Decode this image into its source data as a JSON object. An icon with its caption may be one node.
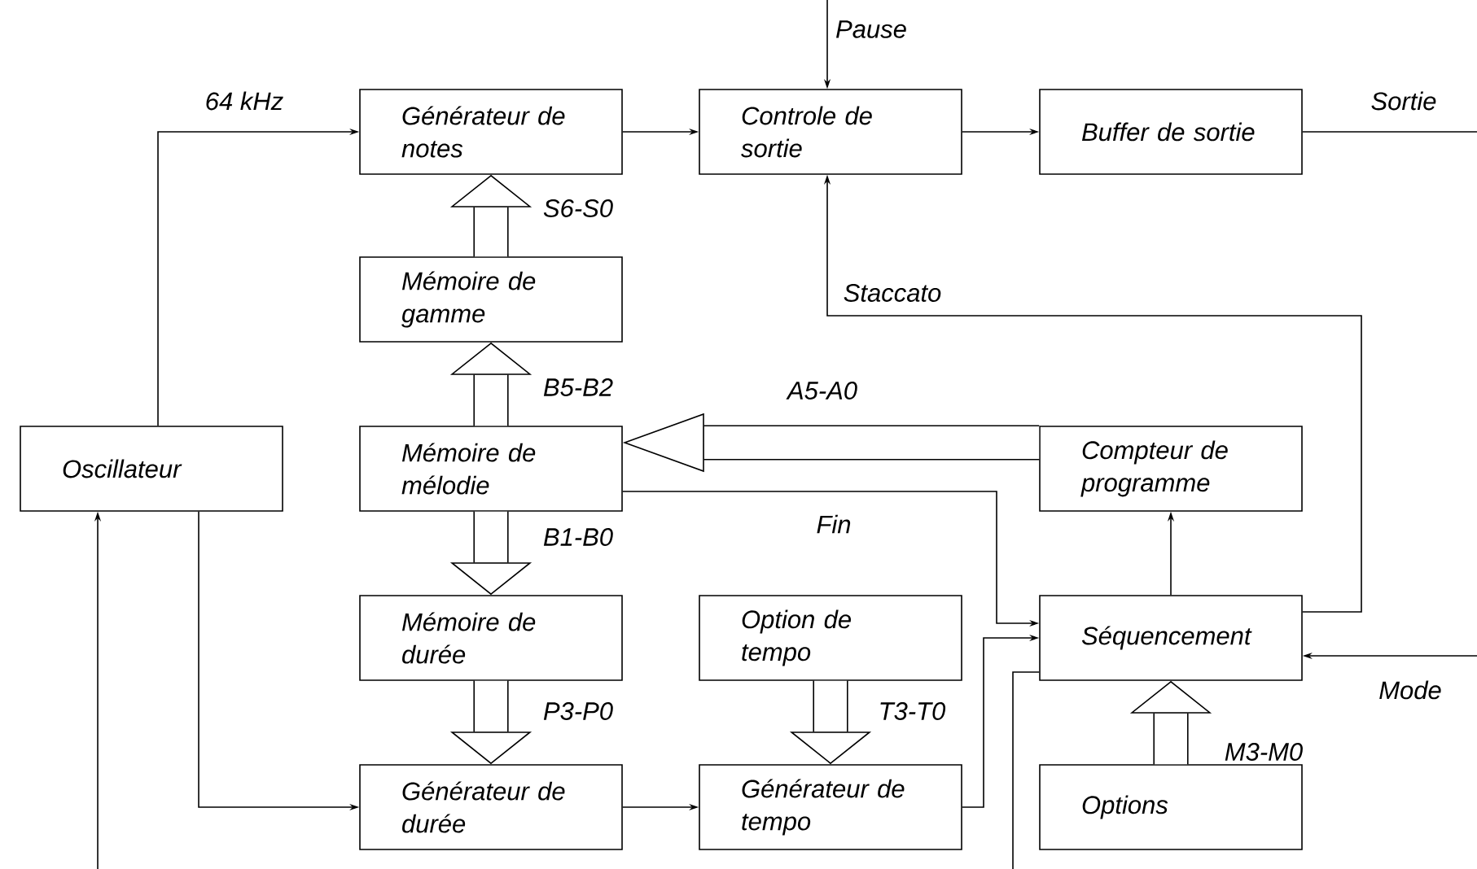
{
  "diagram": {
    "nodes": [
      {
        "text": [
          "Générateur de notes"
        ]
      },
      {
        "text": [
          "Controle de sortie"
        ]
      },
      {
        "text": [
          "Buffer de sortie"
        ]
      },
      {
        "text": [
          "Mémoire de gamme"
        ]
      },
      {
        "text": [
          "Oscillateur"
        ]
      },
      {
        "text": [
          "Mémoire de mélodie"
        ]
      },
      {
        "text": [
          "Compteur de programme"
        ]
      },
      {
        "text": [
          "Mémoire de durée"
        ]
      },
      {
        "text": [
          "Option de tempo"
        ]
      },
      {
        "text": [
          "Séquencement"
        ]
      },
      {
        "text": [
          "Générateur de durée"
        ]
      },
      {
        "text": [
          "Générateur de tempo"
        ]
      },
      {
        "text": [
          "Options"
        ]
      }
    ],
    "edges": [
      {
        "from": 4,
        "to": 0,
        "arrow": "to",
        "label": "64 kHz"
      },
      {
        "from": 0,
        "to": 1,
        "arrow": "to"
      },
      {
        "from": 1,
        "to": 2,
        "arrow": "to"
      },
      {
        "from": 2,
        "to": null,
        "arrow": "none",
        "label": "Sortie"
      },
      {
        "from": null,
        "to": 1,
        "arrow": "to",
        "label": "Pause"
      },
      {
        "from": 9,
        "to": 1,
        "arrow": "to",
        "label": "Staccato"
      },
      {
        "from": 3,
        "to": 0,
        "arrow": "to",
        "label": "S6-S0",
        "style": "thick"
      },
      {
        "from": 5,
        "to": 3,
        "arrow": "to",
        "label": "B5-B2",
        "style": "thick"
      },
      {
        "from": 6,
        "to": 5,
        "arrow": "to",
        "label": "A5-A0",
        "style": "thick"
      },
      {
        "from": 5,
        "to": 7,
        "arrow": "to",
        "label": "B1-B0",
        "style": "thick"
      },
      {
        "from": 7,
        "to": 10,
        "arrow": "to",
        "label": "P3-P0",
        "style": "thick"
      },
      {
        "from": 8,
        "to": 11,
        "arrow": "to",
        "label": "T3-T0",
        "style": "thick"
      },
      {
        "from": 12,
        "to": 9,
        "arrow": "to",
        "label": "M3-M0",
        "style": "thick"
      },
      {
        "from": 5,
        "to": 9,
        "arrow": "to",
        "label": "Fin"
      },
      {
        "from": 11,
        "to": 9,
        "arrow": "to"
      },
      {
        "from": 9,
        "to": 6,
        "arrow": "to"
      },
      {
        "from": null,
        "to": 9,
        "arrow": "to",
        "label": "Mode"
      },
      {
        "from": 4,
        "to": 10,
        "arrow": "to"
      },
      {
        "from": 10,
        "to": 11,
        "arrow": "to"
      },
      {
        "from": null,
        "to": 4,
        "arrow": "to"
      },
      {
        "from": 9,
        "to": null,
        "arrow": "none"
      }
    ]
  }
}
